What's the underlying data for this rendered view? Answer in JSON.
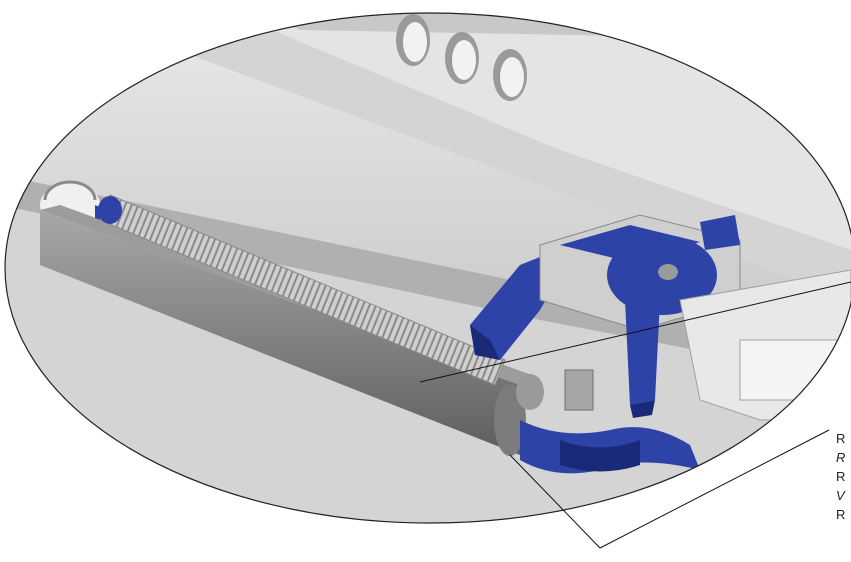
{
  "callout_labels": [
    "R",
    "R",
    "R",
    "V",
    "R"
  ],
  "colors": {
    "background": "#ffffff",
    "aluminium_light": "#d9d9d9",
    "aluminium_mid": "#c4c4c4",
    "aluminium_dark": "#8f8f8f",
    "rail_dark": "#6e6e6e",
    "blue_part": "#2d43a8",
    "blue_dark": "#1b2a78",
    "spring": "#bdbdbd",
    "leader_line": "#111111"
  },
  "icons": [
    "detail-magnifier-ellipse"
  ]
}
